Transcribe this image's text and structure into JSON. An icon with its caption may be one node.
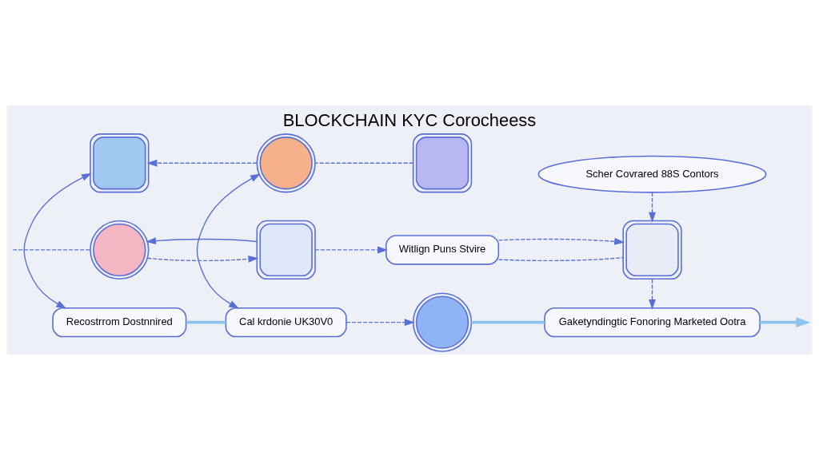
{
  "diagram": {
    "title": "BLOCKCHAIN KYC Corocheess",
    "nodes": [
      {
        "text": [],
        "shape": "picture"
      },
      {
        "text": [],
        "shape": "picture"
      },
      {
        "text": [
          "Witlign Puns Stvire"
        ]
      },
      {
        "text": [],
        "shape": "picture"
      },
      {
        "text": [],
        "shape": "picture"
      },
      {
        "text": [],
        "shape": "picture"
      },
      {
        "text": [
          "Scher Covrared 88S Contors"
        ]
      },
      {
        "text": [],
        "shape": "picture"
      },
      {
        "text": [
          "Recostrrom Dostnnired"
        ]
      },
      {
        "text": [
          "Cal krdonie UK30V0"
        ]
      },
      {
        "text": [],
        "shape": "picture"
      },
      {
        "text": [
          "Gaketyndingtic Fonoring Marketed Ootra"
        ]
      }
    ],
    "edges": [
      {
        "from": null,
        "to": 0,
        "arrow": "none",
        "style": "dashed"
      },
      {
        "from": 0,
        "to": 1,
        "arrow": "to",
        "style": "dashed"
      },
      {
        "from": 1,
        "to": 2,
        "arrow": "to",
        "style": "dashed"
      },
      {
        "from": 1,
        "to": 0,
        "arrow": "to"
      },
      {
        "from": 2,
        "to": 7,
        "arrow": "none",
        "style": "dashed"
      },
      {
        "from": 2,
        "to": 7,
        "arrow": "to",
        "style": "dashed"
      },
      {
        "from": 5,
        "to": 4,
        "arrow": "none",
        "style": "dashed"
      },
      {
        "from": 4,
        "to": 3,
        "arrow": "to",
        "style": "dashed"
      },
      {
        "from": 6,
        "to": 7,
        "arrow": "to",
        "style": "dashed"
      },
      {
        "from": 3,
        "to": 8,
        "arrow": "both"
      },
      {
        "from": 4,
        "to": 9,
        "arrow": "both"
      },
      {
        "from": 8,
        "to": 9,
        "arrow": "none",
        "style": "thick",
        "color": "#8cc4f0"
      },
      {
        "from": 9,
        "to": 10,
        "arrow": "to",
        "style": "dashed"
      },
      {
        "from": 10,
        "to": 11,
        "arrow": "none",
        "style": "thick",
        "color": "#8cc4f0"
      },
      {
        "from": 7,
        "to": 11,
        "arrow": "to",
        "style": "dashed"
      },
      {
        "from": 11,
        "to": null,
        "arrow": "to",
        "style": "thick",
        "color": "#8cc4f0"
      }
    ]
  }
}
